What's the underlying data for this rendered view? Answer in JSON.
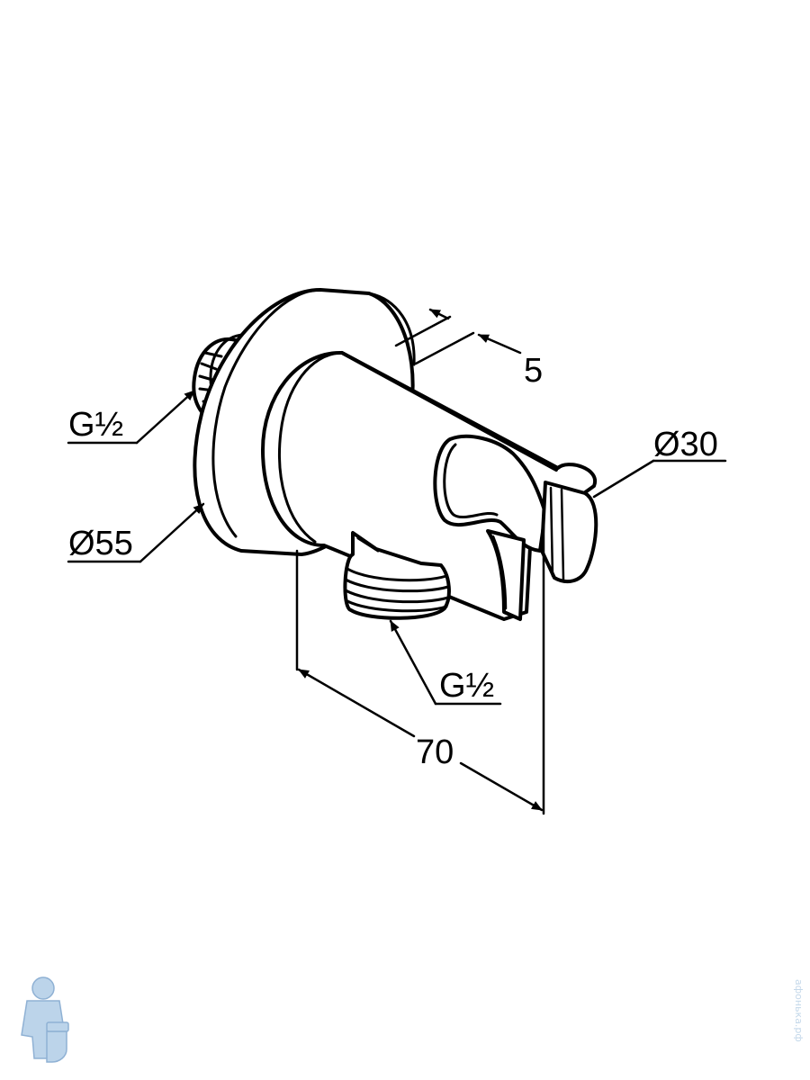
{
  "colors": {
    "line": "#000000",
    "background": "#ffffff",
    "watermark": "#bcd4ea",
    "watermark_dark": "#8fb1d4"
  },
  "labels": {
    "thread_top": "G½",
    "diameter_flange": "Ø55",
    "thread_bottom": "G½",
    "length": "70",
    "flange_thickness": "5",
    "diameter_holder": "Ø30"
  },
  "watermark": {
    "vertical_text": "афонька.рф",
    "logo_icon": "plumber-mascot-icon"
  }
}
